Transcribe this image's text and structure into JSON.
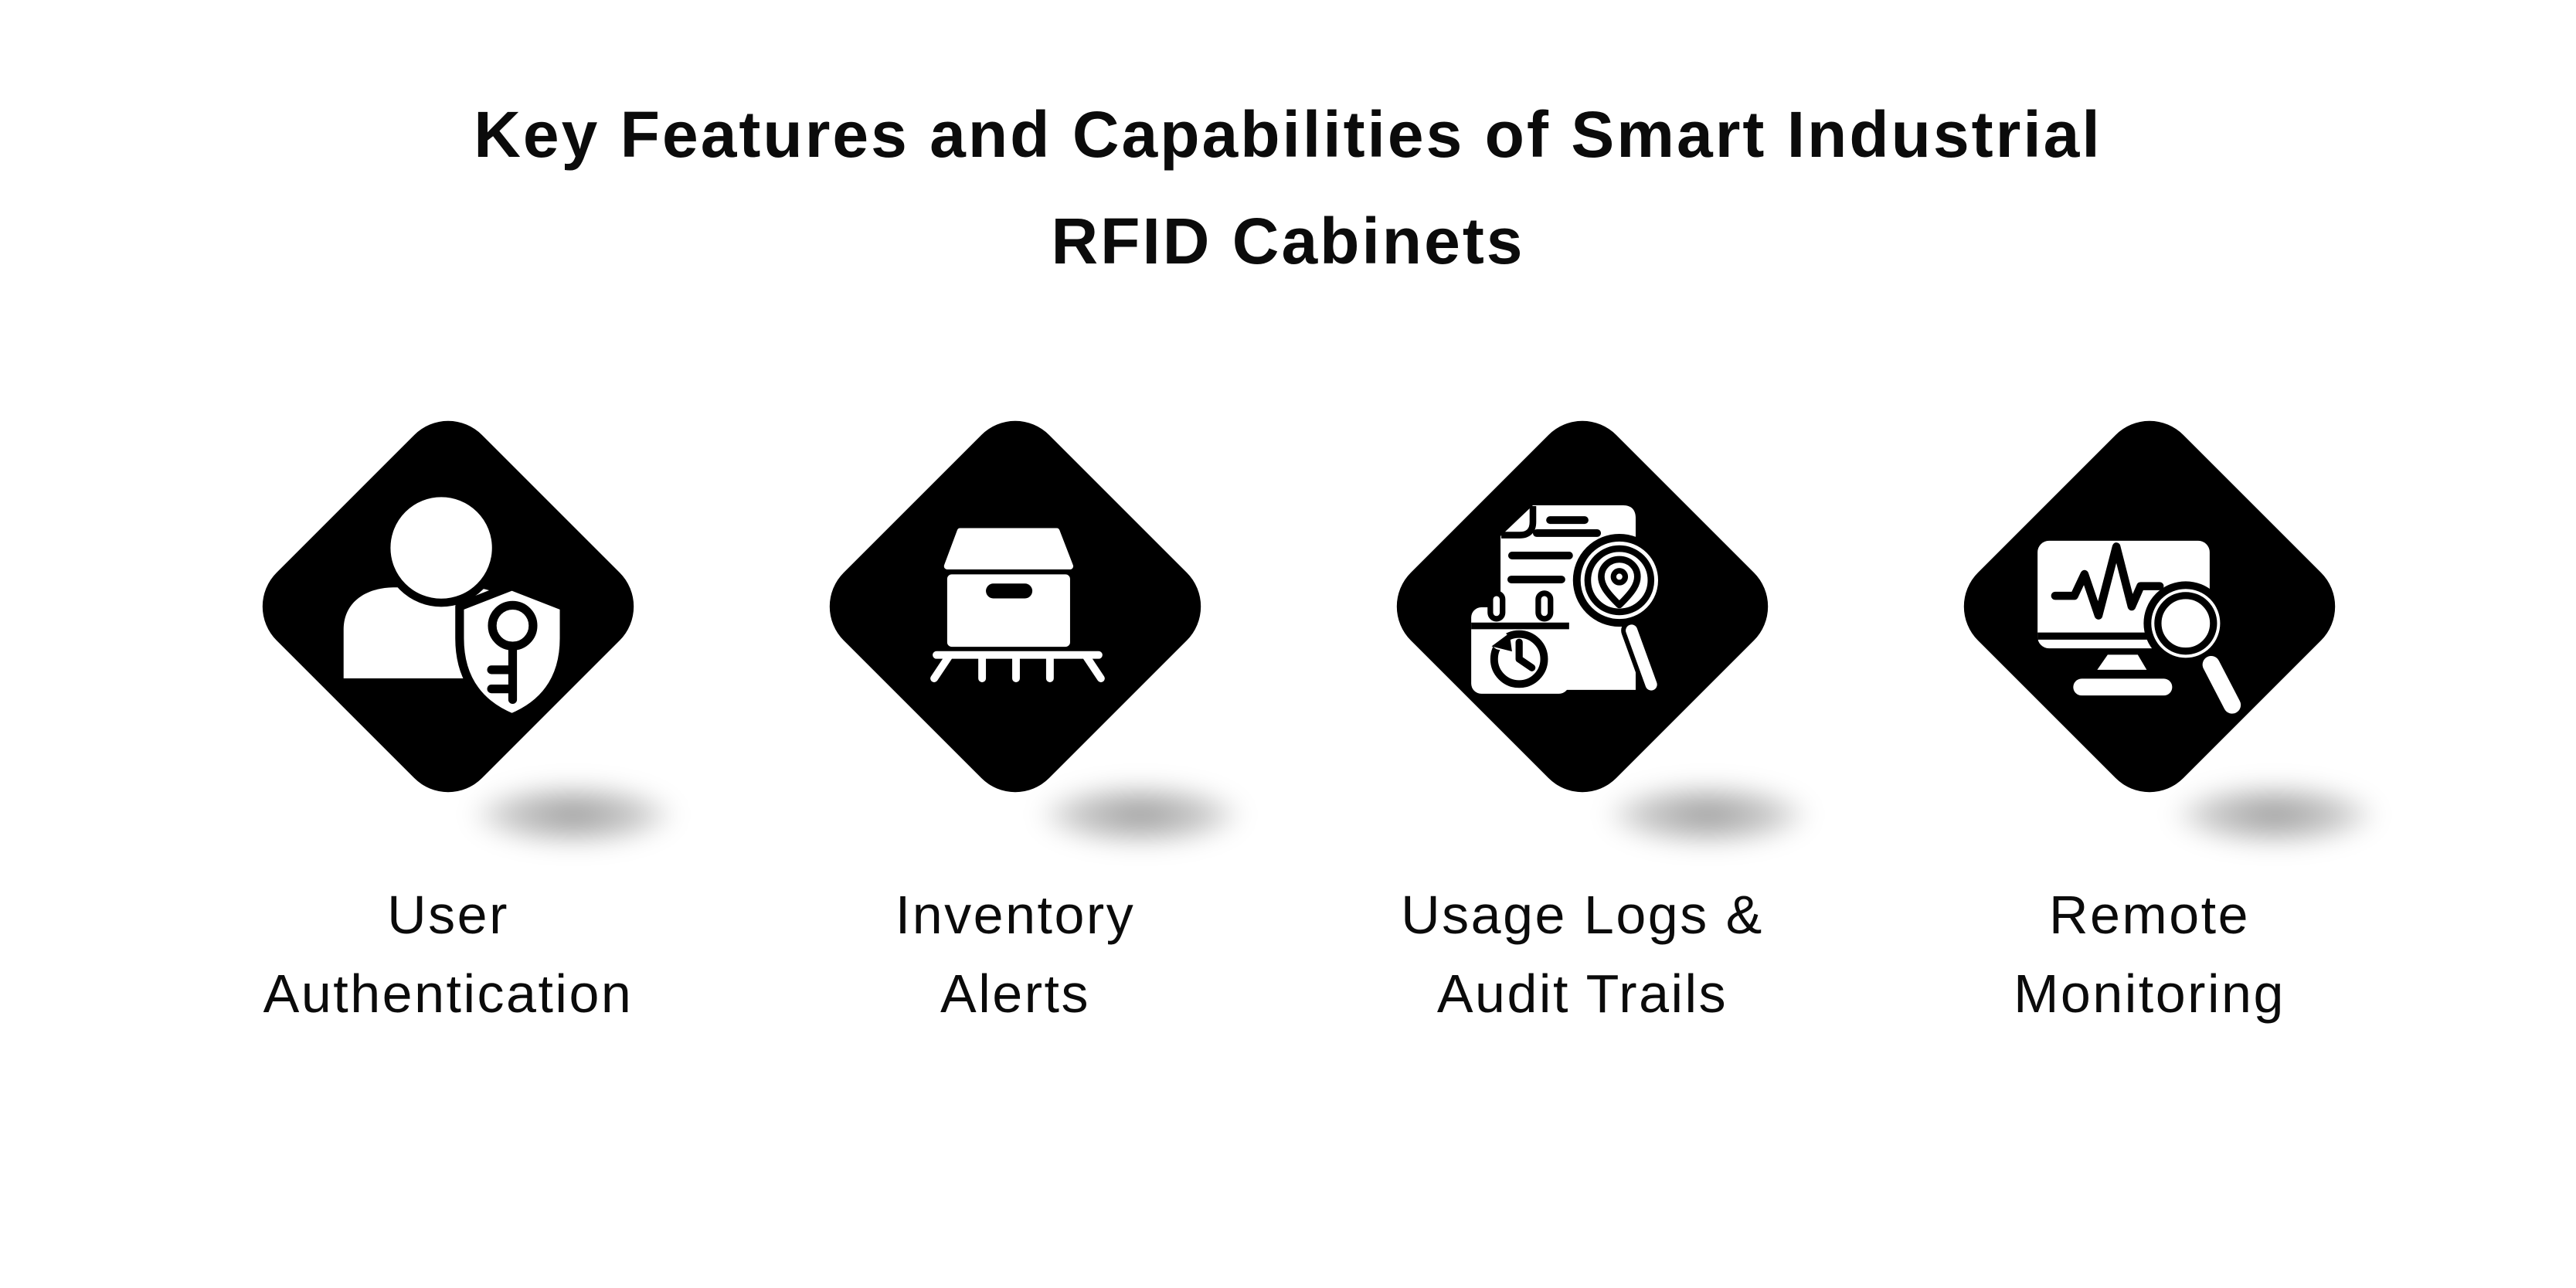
{
  "title": {
    "line1": "Key Features and Capabilities of Smart Industrial",
    "line2": "RFID Cabinets"
  },
  "colors": {
    "background": "#ffffff",
    "tile": "#000000",
    "icon_fill": "#ffffff",
    "icon_detail": "#000000",
    "text": "#0b0b0b",
    "shadow": "rgba(0,0,0,0.35)"
  },
  "features": [
    {
      "icon": "user-shield-key-icon",
      "label_line1": "User",
      "label_line2": "Authentication"
    },
    {
      "icon": "storage-box-rack-icon",
      "label_line1": "Inventory",
      "label_line2": "Alerts"
    },
    {
      "icon": "document-location-search-history-icon",
      "label_line1": "Usage Logs &",
      "label_line2": "Audit Trails"
    },
    {
      "icon": "monitor-pulse-search-icon",
      "label_line1": "Remote",
      "label_line2": "Monitoring"
    }
  ]
}
